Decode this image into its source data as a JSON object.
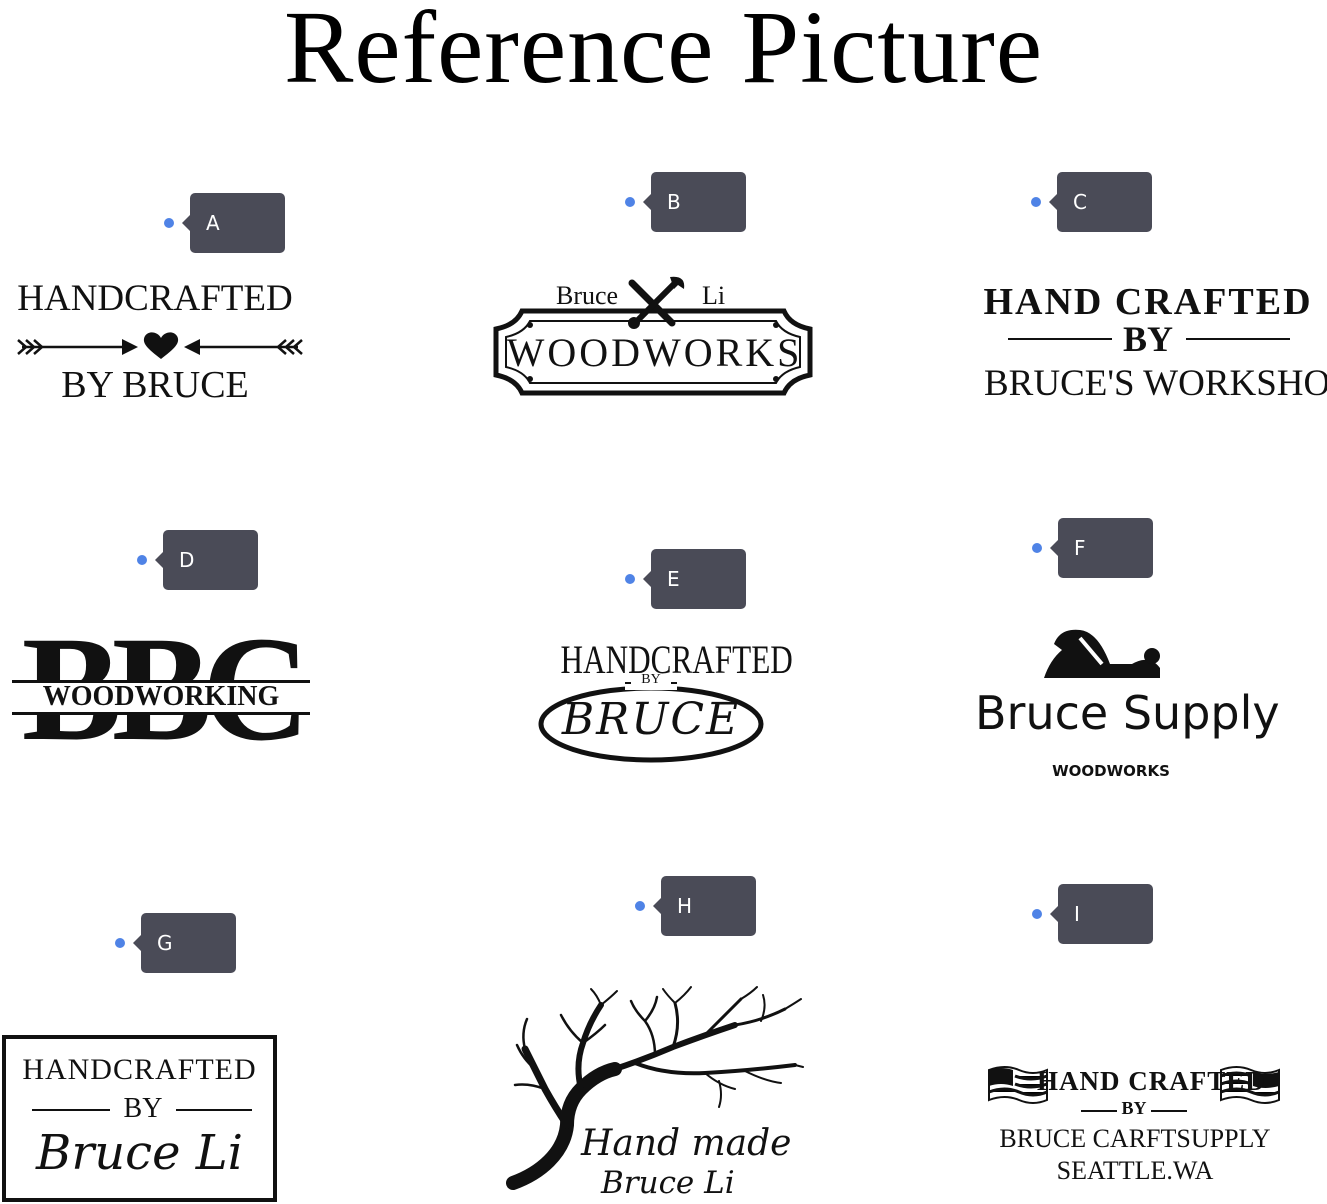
{
  "title": "Reference Picture",
  "colors": {
    "tag_bg": "#4a4b57",
    "tag_dot": "#4f83e6",
    "ink": "#111111"
  },
  "options": [
    {
      "tag": "A",
      "line1": "HANDCRAFTED",
      "line2": "BY BRUCE",
      "icon": "heart-arrows-icon"
    },
    {
      "tag": "B",
      "left": "Bruce",
      "right": "Li",
      "main": "WOODWORKS",
      "icon": "wrench-screwdriver-icon"
    },
    {
      "tag": "C",
      "line1": "HAND CRAFTED",
      "by": "BY",
      "line2": "BRUCE'S WORKSHOP"
    },
    {
      "tag": "D",
      "letters": "BBC",
      "band": "WOODWORKING"
    },
    {
      "tag": "E",
      "top": "HANDCRAFTED",
      "by": "BY",
      "name": "BRUCE"
    },
    {
      "tag": "F",
      "name": "Bruce Supply",
      "sub": "WOODWORKS",
      "icon": "hand-plane-icon"
    },
    {
      "tag": "G",
      "line1": "HANDCRAFTED",
      "by": "BY",
      "name": "Bruce Li"
    },
    {
      "tag": "H",
      "line1": "Hand made",
      "line2": "Bruce Li",
      "icon": "tree-icon"
    },
    {
      "tag": "I",
      "line1": "HAND CRAFTED",
      "by": "BY",
      "line2": "BRUCE CARFTSUPPLY",
      "line3": "SEATTLE.WA",
      "icon": "flag-icon"
    }
  ]
}
